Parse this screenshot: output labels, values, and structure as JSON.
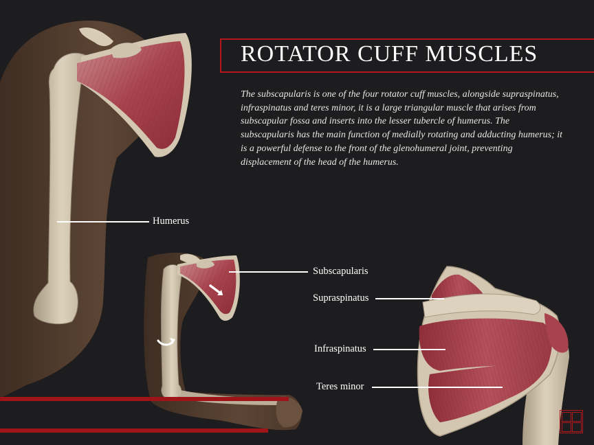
{
  "title": "ROTATOR CUFF MUSCLES",
  "description": "The subscapularis is one of the four rotator cuff muscles, alongside supraspinatus, infraspinatus and teres minor, it is a large triangular muscle that arises from subscapular fossa and inserts into the lesser tubercle of humerus. The subscapularis has the main function of medially rotating and adducting humerus; it is a powerful defense to the front of the glenohumeral joint, preventing displacement of the head of the humerus.",
  "labels": {
    "humerus": "Humerus",
    "subscapularis": "Subscapularis",
    "supraspinatus": "Supraspinatus",
    "infraspinatus": "Infraspinatus",
    "teres_minor": "Teres minor"
  },
  "colors": {
    "background": "#1d1c1e",
    "accent_red": "#b5171d",
    "muscle": "#b04a55",
    "bone": "#d8ccb6",
    "skin": "#5a4334"
  }
}
